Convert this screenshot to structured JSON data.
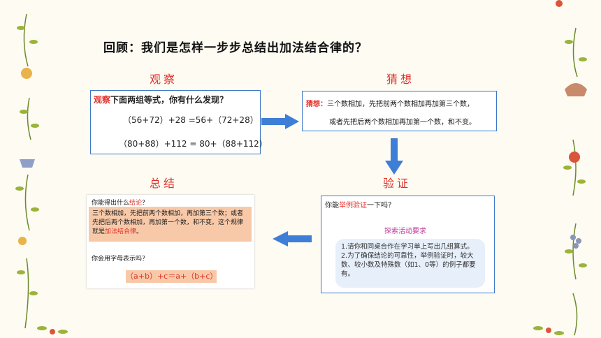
{
  "title": "回顾：我们是怎样一步步总结出加法结合律的？",
  "stages": {
    "observe": "观察",
    "guess": "猜想",
    "summary": "总结",
    "verify": "验证"
  },
  "observe_box": {
    "prefix": "观察",
    "question": "下面两组等式，你有什么发现？",
    "eq1": "（56+72）+28 =56+（72+28）",
    "eq2": "（80+88）+112 = 80+（88+112）"
  },
  "guess_box": {
    "prefix": "猜想：",
    "line1": "三个数相加，先把前两个数相加再加第三个数，",
    "line2": "或者先把后两个数相加再加第一个数，和不变。"
  },
  "verify_box": {
    "q_before": "你能",
    "q_red": "举例验证",
    "q_after": "一下吗？",
    "activity_title": "探索活动要求",
    "req1": "1.请你和同桌合作在学习单上写出几组算式。",
    "req2": "2.为了确保结论的可靠性，举例验证时，较大数、较小数及特殊数（如1、0等）的例子都要有。"
  },
  "summary_box": {
    "q1_before": "你能得出什么",
    "q1_red": "结论",
    "q1_after": "？",
    "text_main": "三个数相加，先把前两个数相加，再加第三个数；或者先把后两个数相加，再加第一个数，和不变。这个规律就是",
    "text_red": "加法结合律",
    "text_end": "。",
    "q2": "你会用字母表示吗？",
    "formula": "（a+b）+c＝a+（b+c）"
  },
  "colors": {
    "accent_red": "#e0322a",
    "box_border": "#3c78c8",
    "arrow": "#3f7ed6",
    "peach": "#f8c9a8"
  }
}
